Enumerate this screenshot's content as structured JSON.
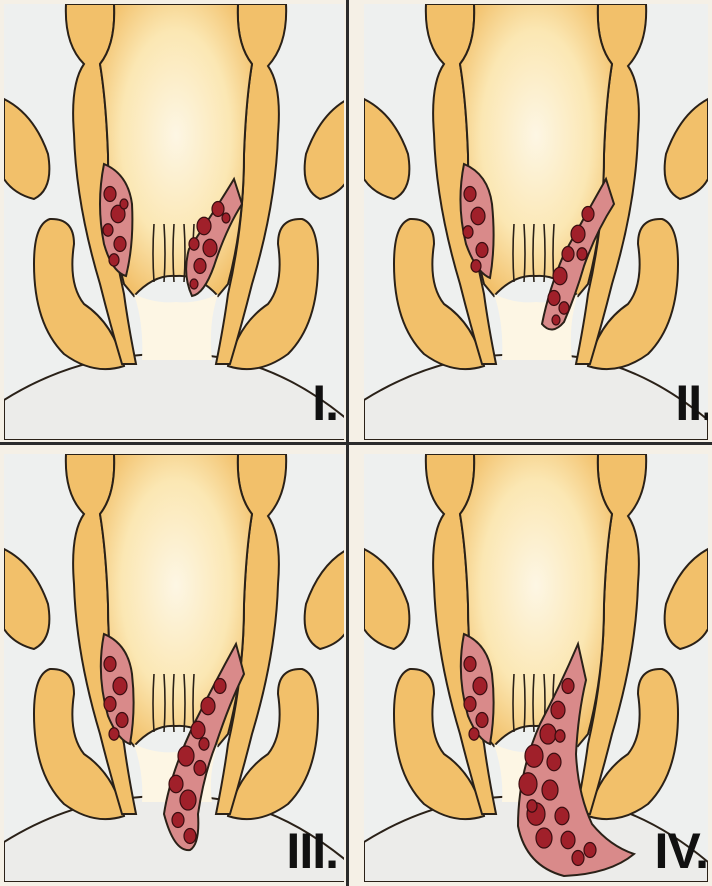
{
  "figure": {
    "panels": [
      {
        "id": "p1",
        "label": "I."
      },
      {
        "id": "p2",
        "label": "II."
      },
      {
        "id": "p3",
        "label": "III."
      },
      {
        "id": "p4",
        "label": "IV."
      }
    ]
  },
  "colors": {
    "wall_fill": "#f2c06a",
    "wall_highlight": "#fbe7b3",
    "lumen_light": "#fdf6e4",
    "outline": "#2a2118",
    "vascular_cushion": "#d98a8a",
    "vessel": "#a0202a",
    "vessel_stroke": "#3a0d10",
    "background": "#eef0ef",
    "skin": "#ececea"
  }
}
